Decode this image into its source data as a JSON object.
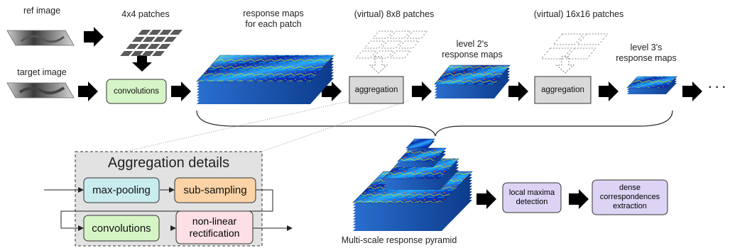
{
  "labels": {
    "ref_image": "ref image",
    "target_image": "target image",
    "patches_4x4": "4x4 patches",
    "response_maps": "response maps",
    "for_each_patch": "for each patch",
    "virtual_8x8": "(virtual) 8x8 patches",
    "level2_line1": "level 2's",
    "level2_line2": "response maps",
    "virtual_16x16": "(virtual) 16x16 patches",
    "level3_line1": "level 3's",
    "level3_line2": "response maps",
    "ellipsis": "· · ·",
    "pyramid_caption": "Multi-scale response pyramid"
  },
  "boxes": {
    "convolutions": "convolutions",
    "aggregation_1": "aggregation",
    "aggregation_2": "aggregation",
    "local_maxima_line1": "local maxima",
    "local_maxima_line2": "detection",
    "dense_line1": "dense",
    "dense_line2": "correspondences",
    "dense_line3": "extraction"
  },
  "details": {
    "title": "Aggregation details",
    "max_pooling": "max-pooling",
    "sub_sampling": "sub-sampling",
    "convolutions": "convolutions",
    "nonlinear_line1": "non-linear",
    "nonlinear_line2": "rectification"
  },
  "colors": {
    "conv_green": "#d6f5c6",
    "aggregation_gray": "#d9d9d9",
    "purple": "#ddd3f5",
    "maxpool_cyan": "#c9ecef",
    "subsample_orange": "#fbd3a6",
    "nonlinear_pink": "#fde0e6",
    "details_bg": "#e2e2e2",
    "stack_blue": "#1f5fb8"
  }
}
